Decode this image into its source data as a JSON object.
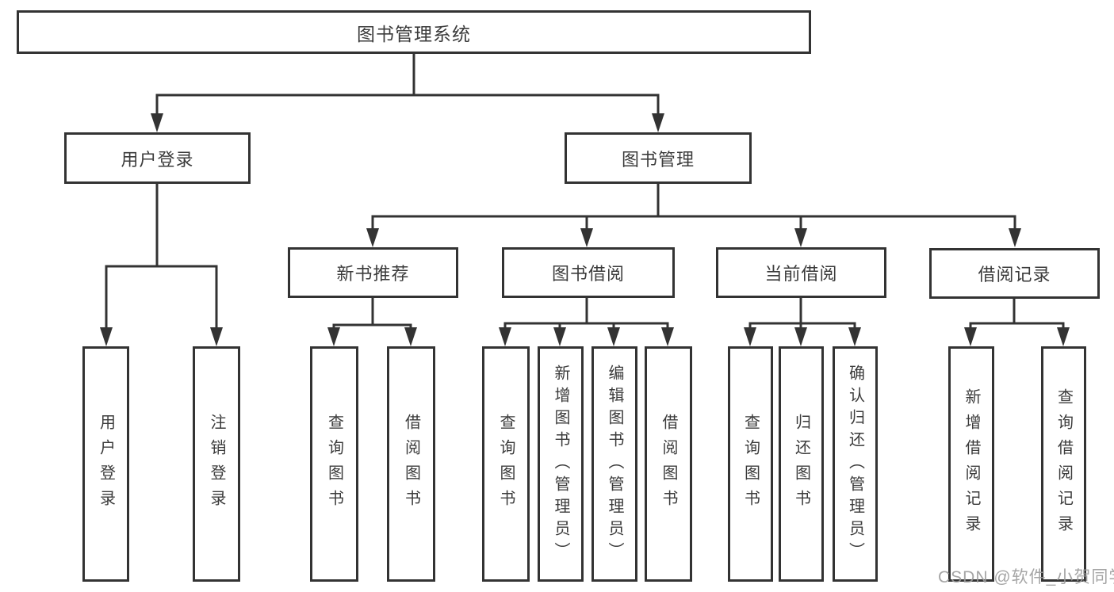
{
  "diagram": {
    "root": {
      "label": "图书管理系统"
    },
    "branches": [
      {
        "label": "用户登录",
        "children": [
          {
            "label": "用户登录"
          },
          {
            "label": "注销登录"
          }
        ]
      },
      {
        "label": "图书管理",
        "children": [
          {
            "label": "新书推荐",
            "children": [
              {
                "label": "查询图书"
              },
              {
                "label": "借阅图书"
              }
            ]
          },
          {
            "label": "图书借阅",
            "children": [
              {
                "label": "查询图书"
              },
              {
                "label": "新增图书（管理员）"
              },
              {
                "label": "编辑图书（管理员）"
              },
              {
                "label": "借阅图书"
              }
            ]
          },
          {
            "label": "当前借阅",
            "children": [
              {
                "label": "查询图书"
              },
              {
                "label": "归还图书"
              },
              {
                "label": "确认归还（管理员）"
              }
            ]
          },
          {
            "label": "借阅记录",
            "children": [
              {
                "label": "新增借阅记录"
              },
              {
                "label": "查询借阅记录"
              }
            ]
          }
        ]
      }
    ]
  },
  "watermark": {
    "text": "CSDN @软件_小贺同学",
    "color": "#9c9c9c"
  },
  "colors": {
    "background": "#ffffff",
    "line": "#333333",
    "box_border": "#333333",
    "text": "#3b3b3b"
  }
}
